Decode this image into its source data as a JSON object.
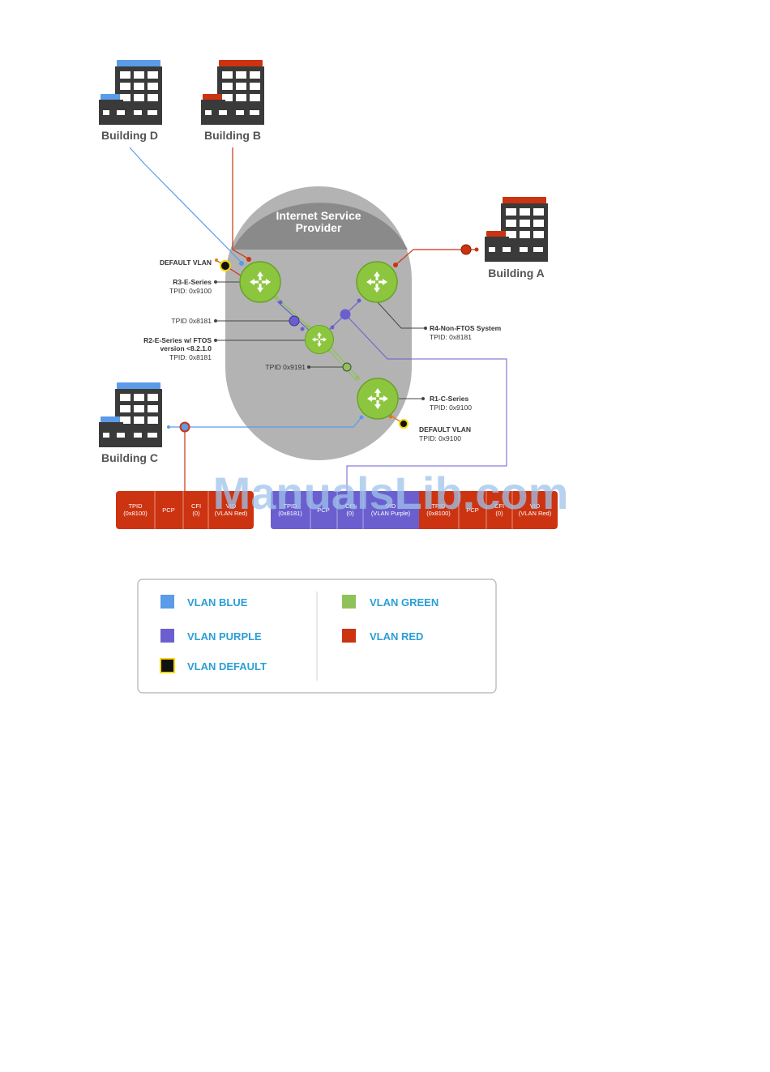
{
  "buildings": {
    "d": "Building D",
    "b": "Building B",
    "a": "Building A",
    "c": "Building C"
  },
  "isp": {
    "line1": "Internet Service",
    "line2": "Provider"
  },
  "labels": {
    "default_vlan_top": "DEFAULT VLAN",
    "r3_name": "R3-E-Series",
    "r3_tpid": "TPID: 0x9100",
    "tpid_8181": "TPID 0x8181",
    "r2_name": "R2-E-Series w/ FTOS",
    "r2_version": "version <8.2.1.0",
    "r2_tpid": "TPID: 0x8181",
    "tpid_9191": "TPID 0x9191",
    "r4_name": "R4-Non-FTOS System",
    "r4_tpid": "TPID: 0x8181",
    "r1_name": "R1-C-Series",
    "r1_tpid": "TPID: 0x9100",
    "default_vlan_bottom": "DEFAULT VLAN",
    "default_vlan_bottom_tpid": "TPID: 0x9100"
  },
  "frame_left": {
    "cells": [
      {
        "l1": "TPID",
        "l2": "(0x8100)"
      },
      {
        "l1": "PCP",
        "l2": ""
      },
      {
        "l1": "CFI",
        "l2": "(0)"
      },
      {
        "l1": "VID",
        "l2": "(VLAN Red)"
      }
    ]
  },
  "frame_right": {
    "purple_cells": [
      {
        "l1": "TPID",
        "l2": "(0x8181)"
      },
      {
        "l1": "PCP",
        "l2": ""
      },
      {
        "l1": "CFI",
        "l2": "(0)"
      },
      {
        "l1": "VID",
        "l2": "(VLAN Purple)"
      }
    ],
    "red_cells": [
      {
        "l1": "TPID",
        "l2": "(0x8100)"
      },
      {
        "l1": "PCP",
        "l2": ""
      },
      {
        "l1": "CFI",
        "l2": "(0)"
      },
      {
        "l1": "VID",
        "l2": "(VLAN Red)"
      }
    ]
  },
  "watermark": "ManualsLib.com",
  "legend": {
    "items": [
      {
        "label": "VLAN BLUE",
        "color": "#5b9be8"
      },
      {
        "label": "VLAN PURPLE",
        "color": "#6b5fcf"
      },
      {
        "label": "VLAN DEFAULT",
        "color": "#111111"
      },
      {
        "label": "VLAN GREEN",
        "color": "#8fc25a"
      },
      {
        "label": "VLAN RED",
        "color": "#cc3311"
      }
    ]
  },
  "colors": {
    "blue": "#5b9be8",
    "red": "#cc3311",
    "purple": "#6b5fcf",
    "green": "#8fc25a",
    "router": "#8cc63f",
    "isp_gray": "#b3b3b3",
    "isp_dark": "#8a8a8a",
    "building": "#3a3a3a",
    "legend_text": "#2a9fd6"
  }
}
